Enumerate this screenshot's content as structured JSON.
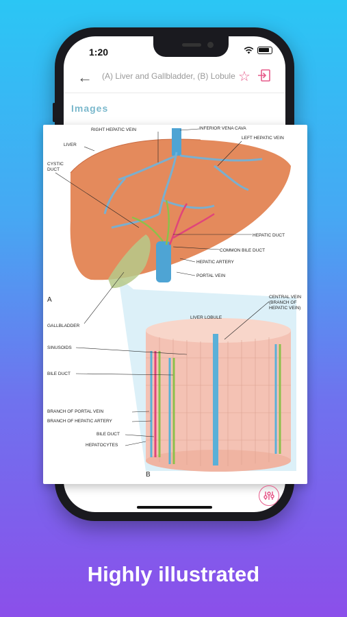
{
  "status": {
    "time": "1:20"
  },
  "app_bar": {
    "title": "(A) Liver and Gallbladder, (B) Lobule"
  },
  "section": {
    "label": "Images"
  },
  "figure": {
    "labels": {
      "inferior_vena_cava": "INFERIOR VENA CAVA",
      "right_hepatic_vein": "RIGHT HEPATIC VEIN",
      "left_hepatic_vein": "LEFT HEPATIC VEIN",
      "liver": "LIVER",
      "cystic_duct_1": "CYSTIC",
      "cystic_duct_2": "DUCT",
      "hepatic_duct": "HEPATIC DUCT",
      "common_bile_duct": "COMMON BILE DUCT",
      "hepatic_artery": "HEPATIC ARTERY",
      "portal_vein": "PORTAL VEIN",
      "panel_a": "A",
      "gallbladder": "GALLBLADDER",
      "central_vein_1": "CENTRAL VEIN",
      "central_vein_2": "(BRANCH OF",
      "central_vein_3": "HEPATIC VEIN)",
      "liver_lobule": "LIVER LOBULE",
      "sinusoids": "SINUSOIDS",
      "bile_duct": "BILE DUCT",
      "branch_portal_vein": "BRANCH OF PORTAL VEIN",
      "branch_hepatic_artery": "BRANCH OF HEPATIC ARTERY",
      "bile_duct_2": "BILE DUCT",
      "hepatocytes": "HEPATOCYTES",
      "panel_b": "B"
    }
  },
  "caption": "Highly illustrated",
  "colors": {
    "accent": "#e65a8a",
    "section": "#7ab8cc",
    "vein": "#5ab0d8",
    "artery": "#e0457a",
    "bile": "#8cc04a",
    "liver": "#e48a5c"
  }
}
